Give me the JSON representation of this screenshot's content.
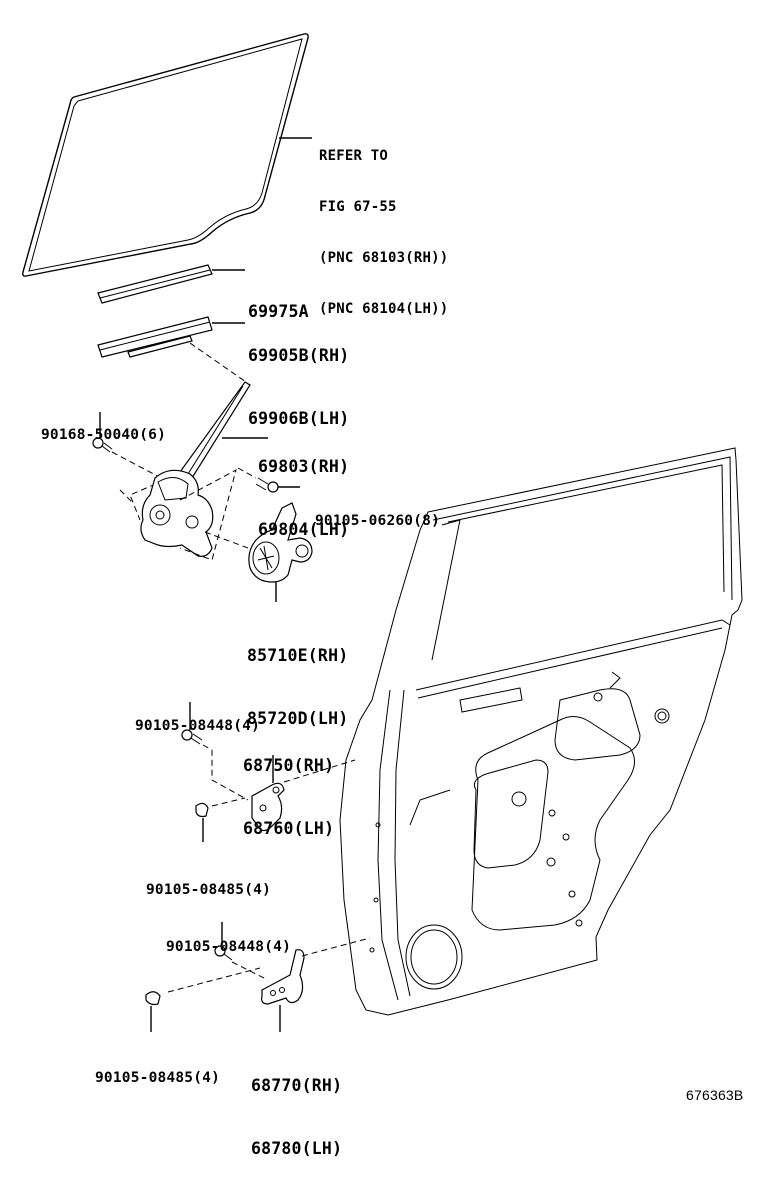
{
  "diagram": {
    "type": "parts-exploded-view",
    "subject": "Rear door panel, window glass, regulator, motor and hinges"
  },
  "callouts": {
    "glass_ref": {
      "line1": "REFER TO",
      "line2": "FIG 67-55",
      "line3": "(PNC 68103(RH))",
      "line4": "(PNC 68104(LH))"
    },
    "run_channel": {
      "line1": "69975A"
    },
    "weatherstrip": {
      "line1": "69905B(RH)",
      "line2": "69906B(LH)"
    },
    "regulator_bolt": {
      "line1": "90168-50040(6)"
    },
    "regulator": {
      "line1": "69803(RH)",
      "line2": "69804(LH)"
    },
    "motor_bolt": {
      "line1": "90105-06260(8)"
    },
    "motor": {
      "line1": "85710E(RH)",
      "line2": "85720D(LH)"
    },
    "upper_hinge_bolt_a": {
      "line1": "90105-08448(4)"
    },
    "upper_hinge": {
      "line1": "68750(RH)",
      "line2": "68760(LH)"
    },
    "upper_hinge_bolt_b": {
      "line1": "90105-08485(4)"
    },
    "lower_hinge_bolt_a": {
      "line1": "90105-08448(4)"
    },
    "lower_hinge_bolt_b": {
      "line1": "90105-08485(4)"
    },
    "lower_hinge": {
      "line1": "68770(RH)",
      "line2": "68780(LH)"
    }
  },
  "figure_code": "676363B"
}
